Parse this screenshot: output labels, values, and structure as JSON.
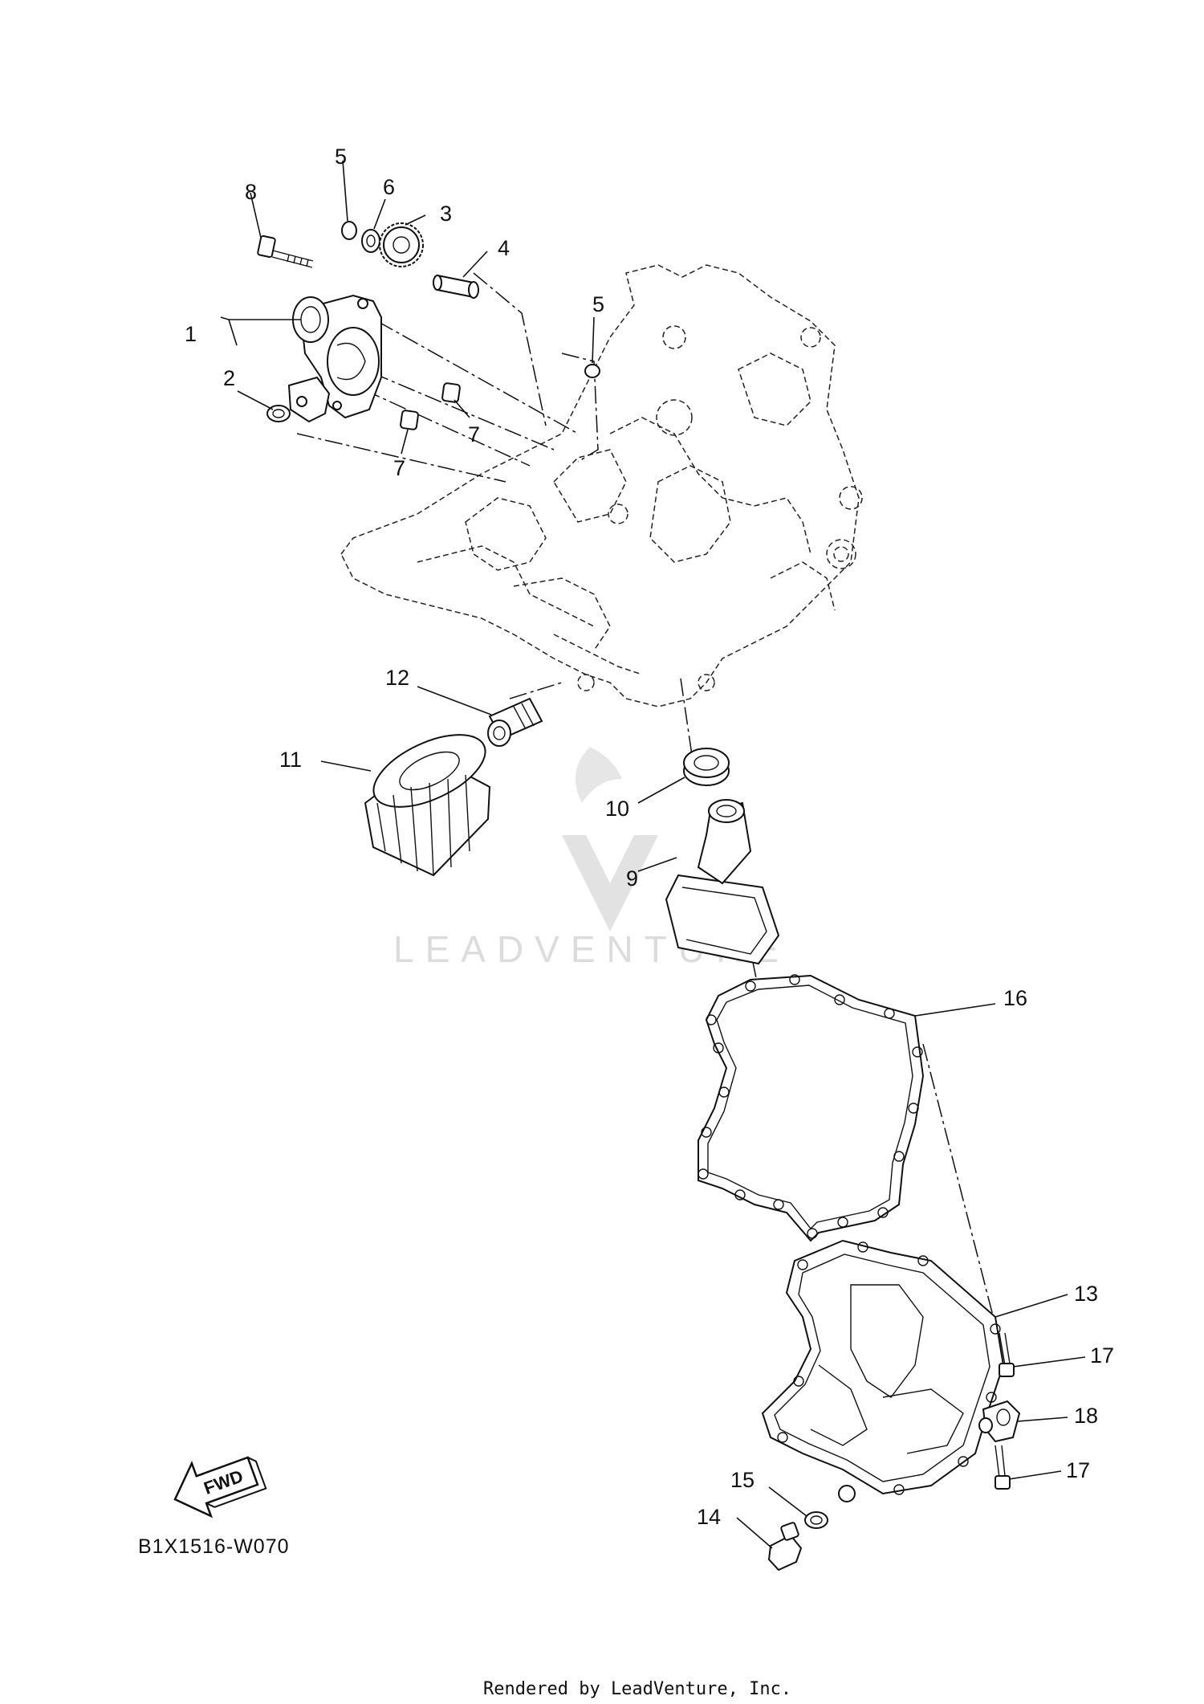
{
  "diagram": {
    "code": "B1X1516-W070",
    "rendered_by": "Rendered by LeadVenture, Inc.",
    "watermark": "LEADVENTURE",
    "fwd_label": "FWD",
    "callouts": {
      "c1": "1",
      "c2": "2",
      "c3": "3",
      "c4": "4",
      "c5a": "5",
      "c5b": "5",
      "c6": "6",
      "c7a": "7",
      "c7b": "7",
      "c8": "8",
      "c9": "9",
      "c10": "10",
      "c11": "11",
      "c12": "12",
      "c13": "13",
      "c14": "14",
      "c15": "15",
      "c16": "16",
      "c17a": "17",
      "c17b": "17",
      "c18": "18"
    }
  }
}
